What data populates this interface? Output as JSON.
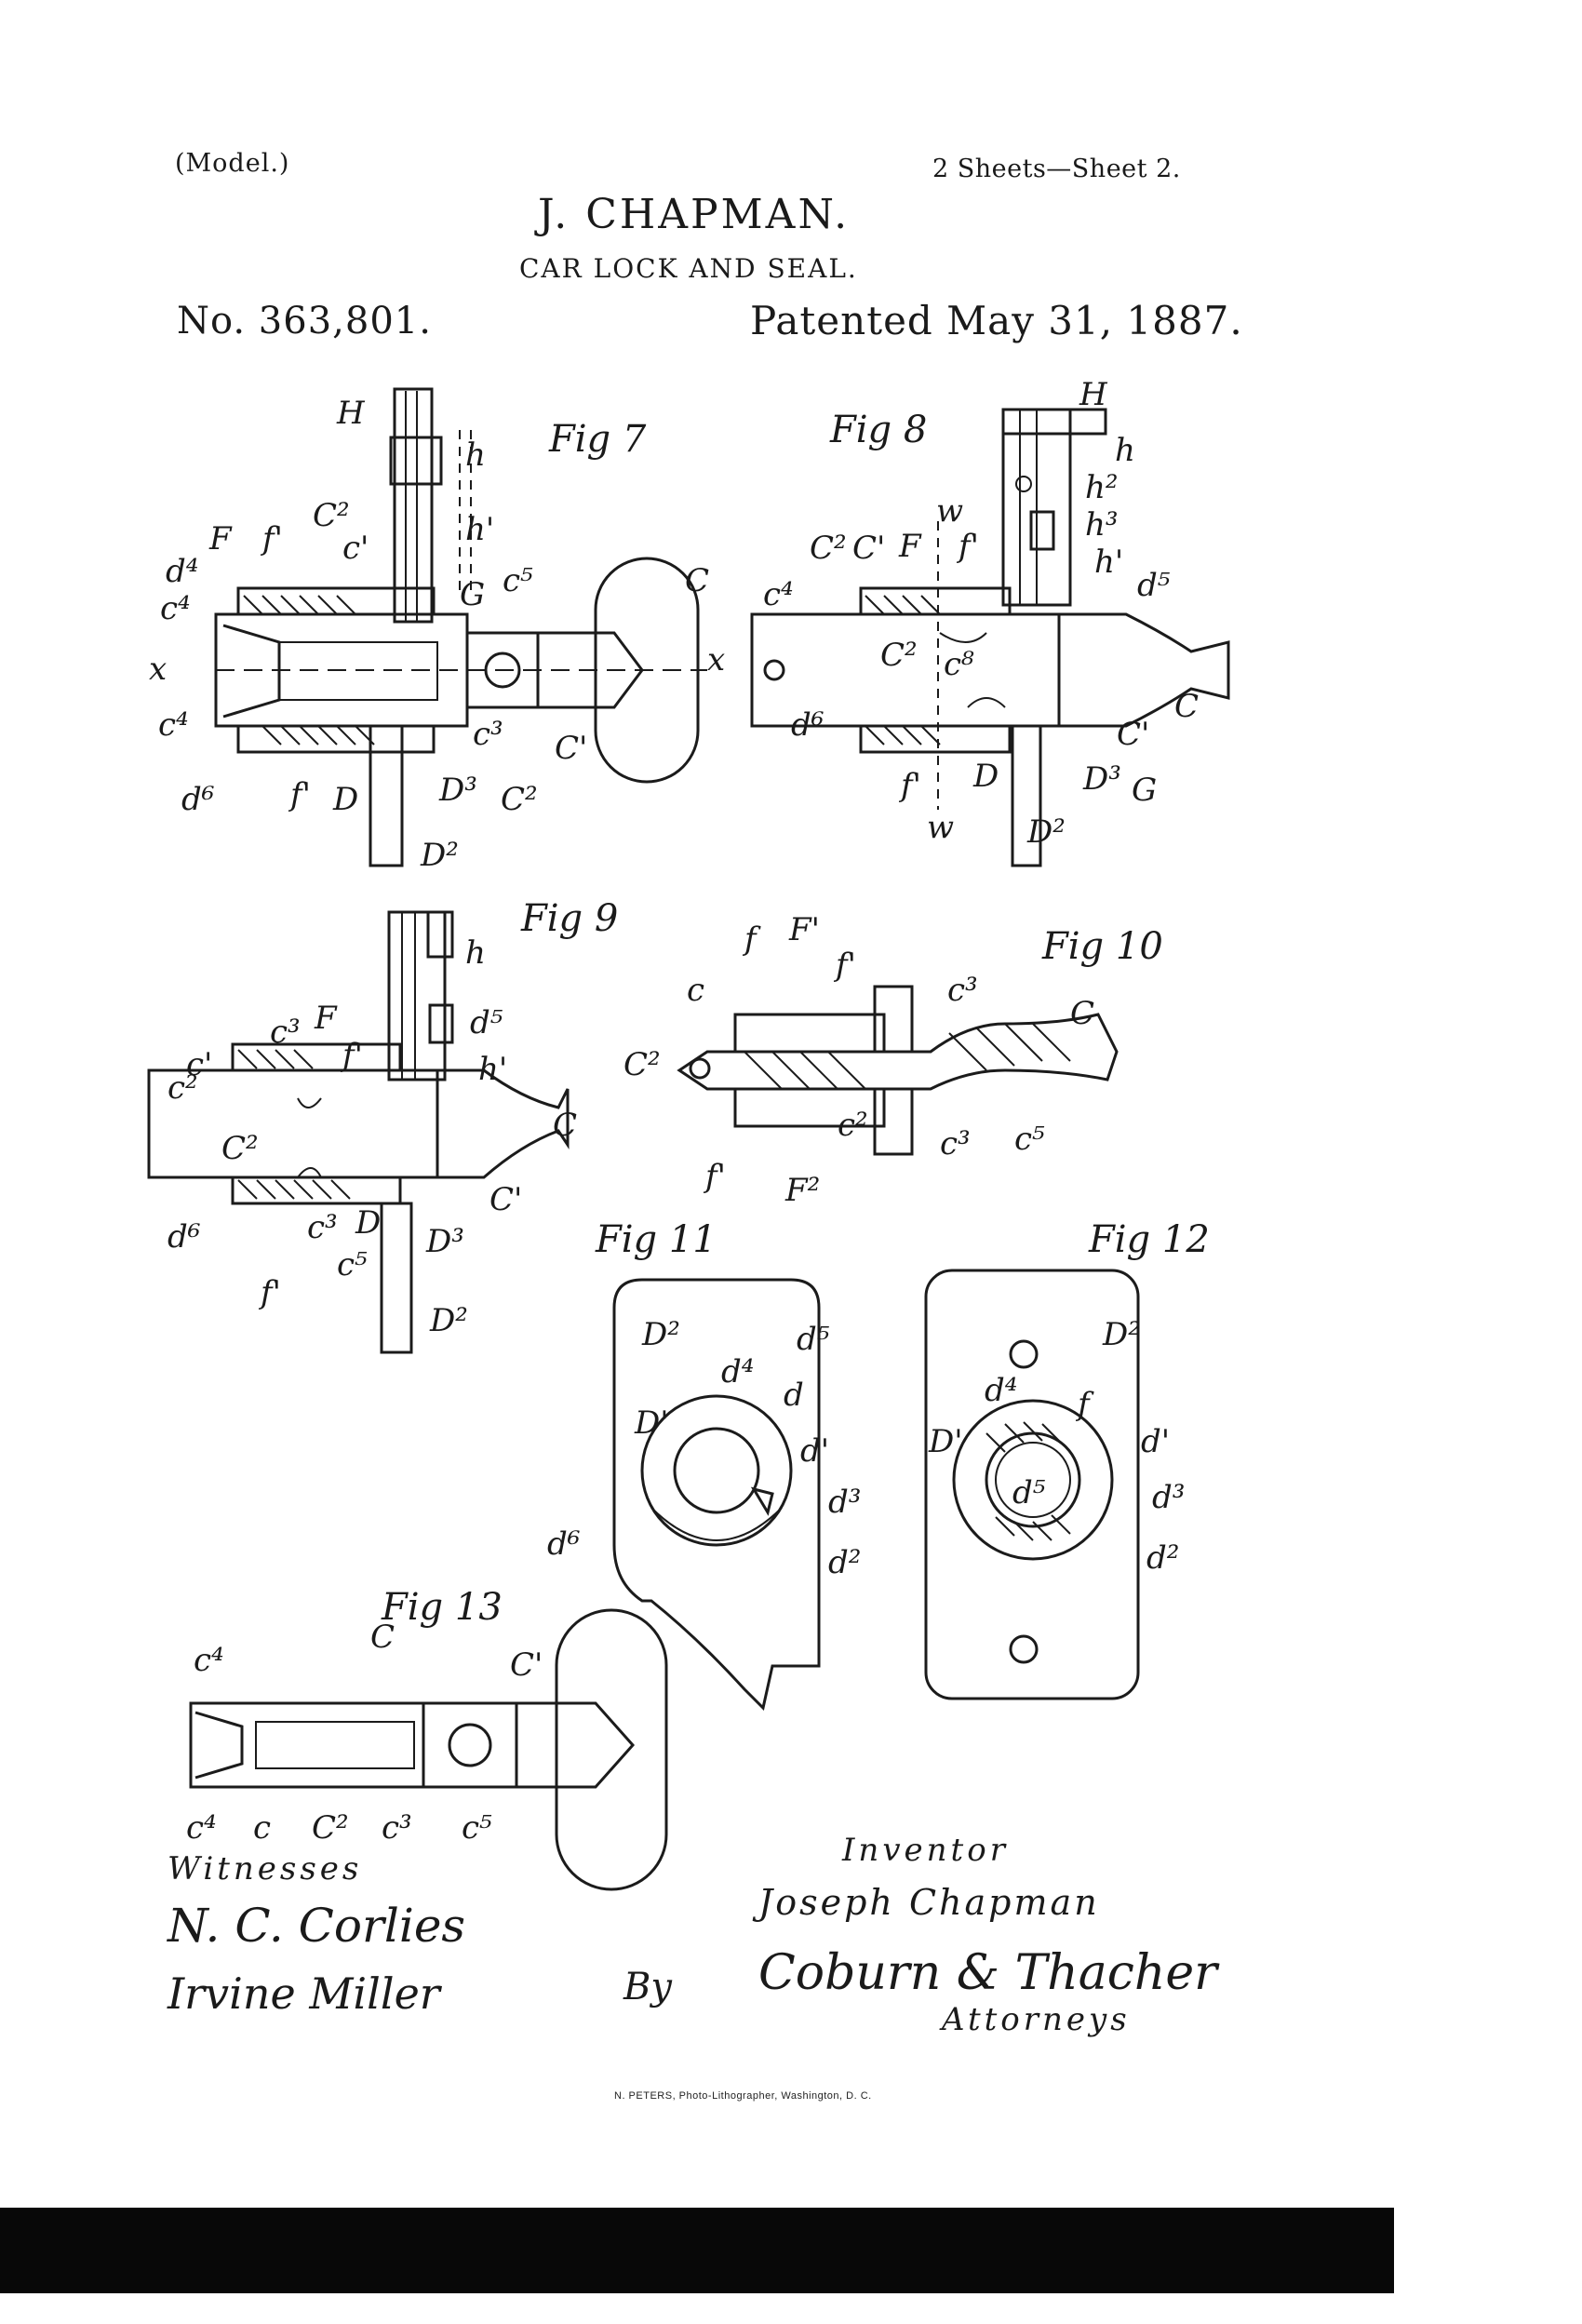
{
  "header": {
    "model": "(Model.)",
    "sheets": "2 Sheets—Sheet 2.",
    "inventor_name": "J. CHAPMAN.",
    "title": "CAR LOCK AND SEAL.",
    "patent_no": "No. 363,801.",
    "patent_date": "Patented May 31, 1887."
  },
  "figures": {
    "fig7": {
      "title": "Fig 7",
      "labels": [
        "H",
        "h",
        "F",
        "f'",
        "C2",
        "c'",
        "h'",
        "d4",
        "c4",
        "G",
        "c5",
        "C",
        "x",
        "x",
        "c4",
        "d6",
        "f'",
        "D",
        "D3",
        "C2",
        "C'",
        "c3",
        "D2"
      ]
    },
    "fig8": {
      "title": "Fig 8",
      "labels": [
        "H",
        "h",
        "h2",
        "h3",
        "h'",
        "w",
        "C2",
        "C'",
        "F",
        "f'",
        "d5",
        "c4",
        "C2",
        "c8",
        "C",
        "C'",
        "d6",
        "f'",
        "D",
        "D3",
        "G",
        "w",
        "D2"
      ]
    },
    "fig9": {
      "title": "Fig 9",
      "labels": [
        "h",
        "c3",
        "F",
        "f'",
        "d5",
        "h'",
        "c'",
        "c2",
        "C2",
        "C",
        "C'",
        "d6",
        "c3",
        "D",
        "D3",
        "f'",
        "c5",
        "D2"
      ]
    },
    "fig10": {
      "title": "Fig 10",
      "labels": [
        "f",
        "F'",
        "f'",
        "c",
        "c3",
        "C",
        "C2",
        "c3",
        "c5",
        "c2",
        "f'",
        "F2"
      ]
    },
    "fig11": {
      "title": "Fig 11",
      "labels": [
        "D2",
        "d5",
        "d4",
        "d",
        "D'",
        "d'",
        "d3",
        "d6",
        "d2"
      ]
    },
    "fig12": {
      "title": "Fig 12",
      "labels": [
        "D2",
        "d4",
        "f",
        "D'",
        "d'",
        "d5",
        "d3",
        "d2"
      ]
    },
    "fig13": {
      "title": "Fig 13",
      "labels": [
        "c4",
        "C",
        "C'",
        "c4",
        "c",
        "C2",
        "c3",
        "c5"
      ]
    }
  },
  "signatures": {
    "witnesses_label": "Witnesses",
    "witness_1": "N. C. Corlies",
    "witness_2": "Irvine Miller",
    "inventor_label": "Inventor",
    "inventor_signature": "Joseph Chapman",
    "by_label": "By",
    "attorney_signature": "Coburn & Thacher",
    "attorneys_label": "Attorneys"
  },
  "footer": {
    "lithographer": "N. PETERS, Photo-Lithographer, Washington, D. C."
  }
}
